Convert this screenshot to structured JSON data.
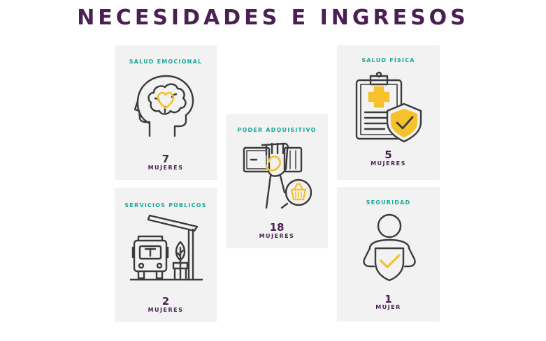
{
  "title": "NECESIDADES E INGRESOS",
  "colors": {
    "title": "#4a1f52",
    "label": "#1aa89b",
    "accent": "#f6c12b",
    "card_bg": "#f2f2f2",
    "stroke": "#3b3b3b"
  },
  "cards": {
    "salud_emocional": {
      "label": "SALUD EMOCIONAL",
      "count": "7",
      "unit": "MUJERES",
      "icon": "brain-heart-icon"
    },
    "servicios_publicos": {
      "label": "SERVICIOS PÚBLICOS",
      "count": "2",
      "unit": "MUJERES",
      "icon": "bus-stop-icon"
    },
    "poder_adquisitivo": {
      "label": "PODER ADQUISITIVO",
      "count": "18",
      "unit": "MUJERES",
      "icon": "money-basket-icon"
    },
    "salud_fisica": {
      "label": "SALUD FÍSICA",
      "count": "5",
      "unit": "MUJERES",
      "icon": "clipboard-shield-icon"
    },
    "seguridad": {
      "label": "SEGURIDAD",
      "count": "1",
      "unit": "MUJER",
      "icon": "person-shield-icon"
    }
  }
}
